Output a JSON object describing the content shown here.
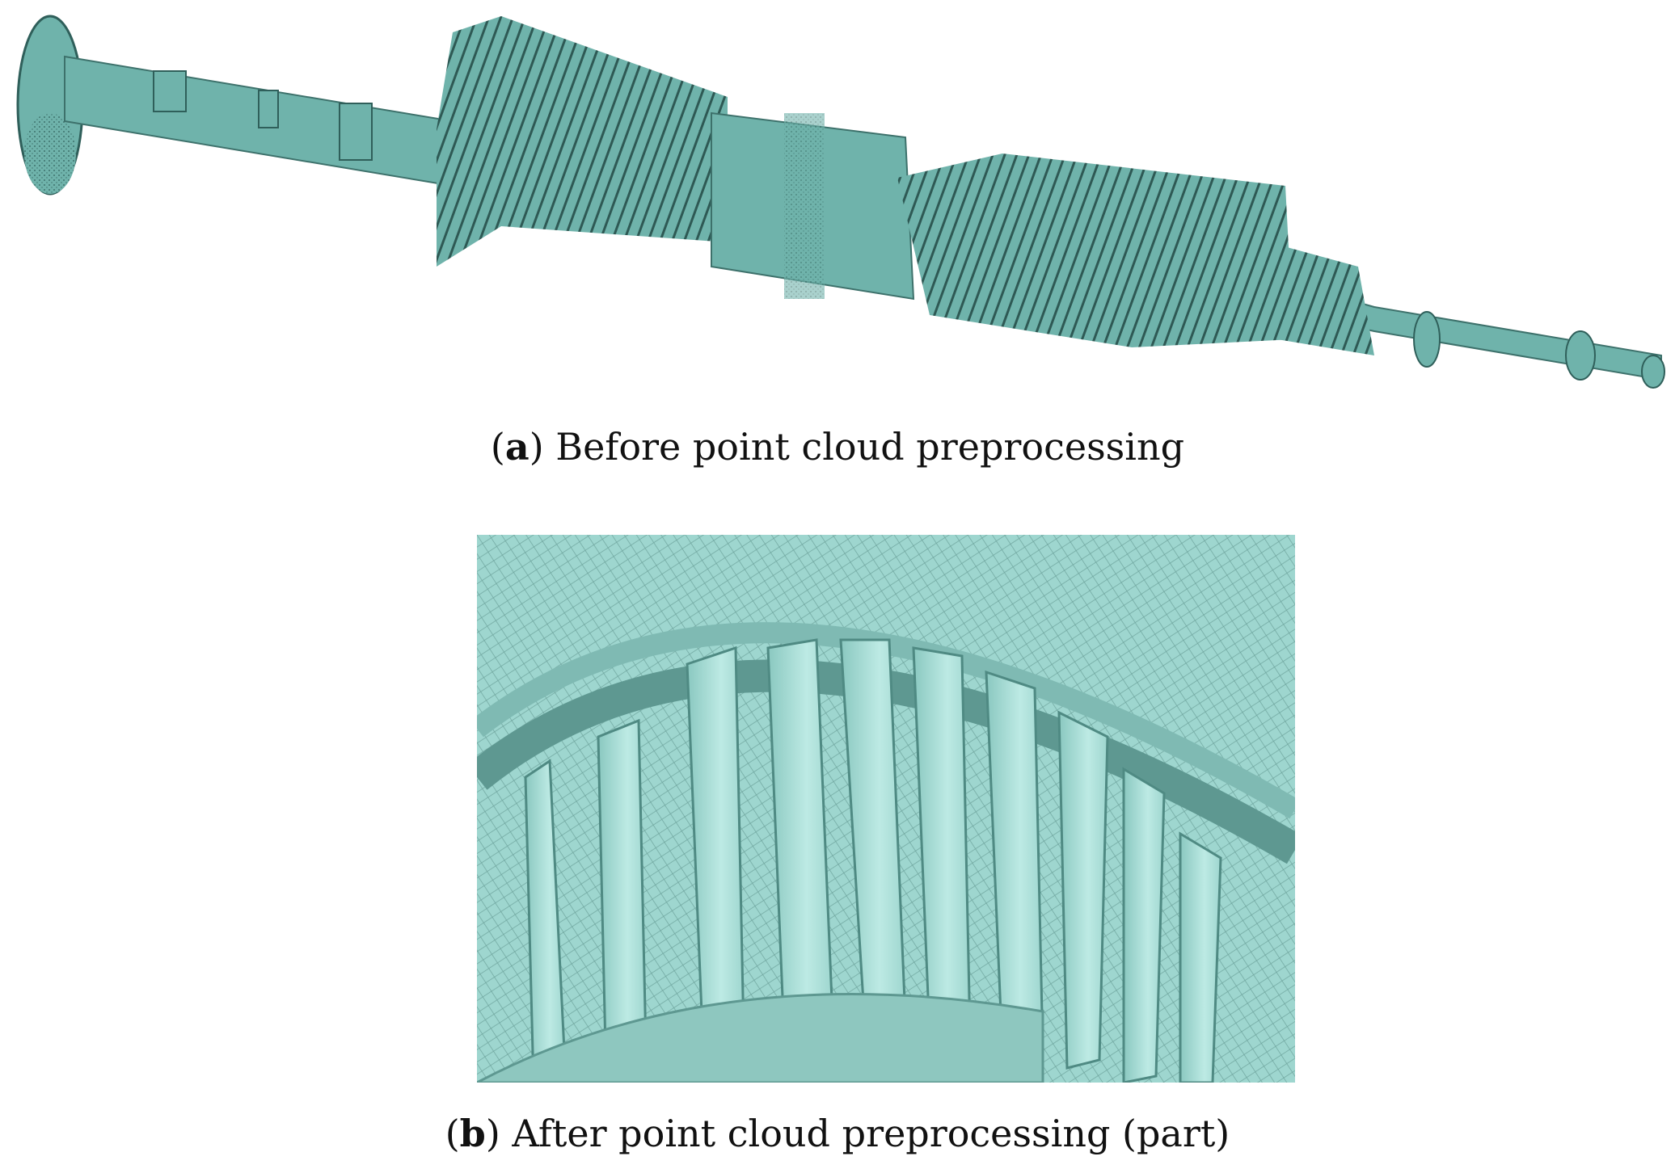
{
  "figure": {
    "panel_a": {
      "caption_letter": "a",
      "caption_text": "Before point cloud preprocessing",
      "mesh_color": "#6fb3ab"
    },
    "panel_b": {
      "caption_letter": "b",
      "caption_text": "After point cloud preprocessing (part)",
      "mesh_color": "#9ed6cf"
    }
  }
}
